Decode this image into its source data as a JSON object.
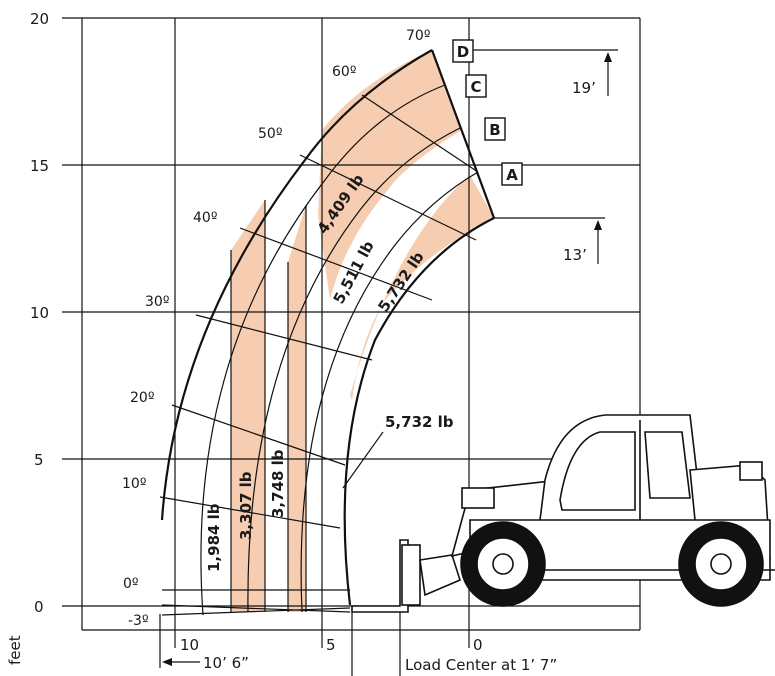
{
  "diagram": {
    "y_ticks": [
      "20",
      "15",
      "10",
      "5",
      "0"
    ],
    "x_ticks": [
      "10",
      "5",
      "0"
    ],
    "y_unit": "feet",
    "angles": [
      "70º",
      "60º",
      "50º",
      "40º",
      "30º",
      "20º",
      "10º",
      "0º",
      "-3º"
    ],
    "extension_labels": [
      "D",
      "C",
      "B",
      "A"
    ],
    "capacities": [
      "4,409 lb",
      "5,511 lb",
      "5,732 lb",
      "1,984 lb",
      "3,307 lb",
      "3,748 lb"
    ],
    "callout_capacity": "5,732 lb",
    "dimensions": {
      "top_height": "19’",
      "lower_height": "13’",
      "reach": "10’ 6”",
      "load_center": "Load Center at 1’ 7”"
    }
  }
}
